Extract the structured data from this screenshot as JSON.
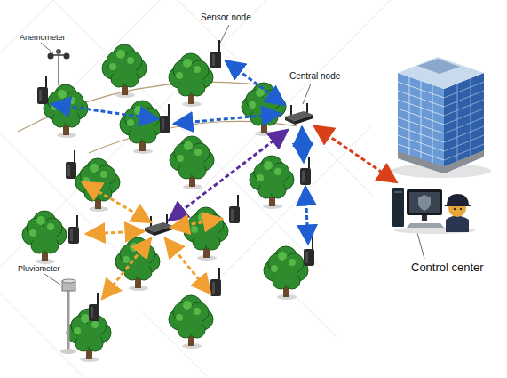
{
  "diagram": {
    "nodes": [
      {
        "text": [
          "Sensor node"
        ]
      },
      {
        "text": [
          "Central node"
        ]
      },
      {
        "text": [
          "Control center"
        ]
      }
    ],
    "edges": [
      {
        "from": 0,
        "to": 1,
        "arrow": "both"
      },
      {
        "from": 1,
        "to": 2,
        "arrow": "both"
      }
    ],
    "labels": [
      "Anemometer",
      "Pluviometer"
    ]
  }
}
